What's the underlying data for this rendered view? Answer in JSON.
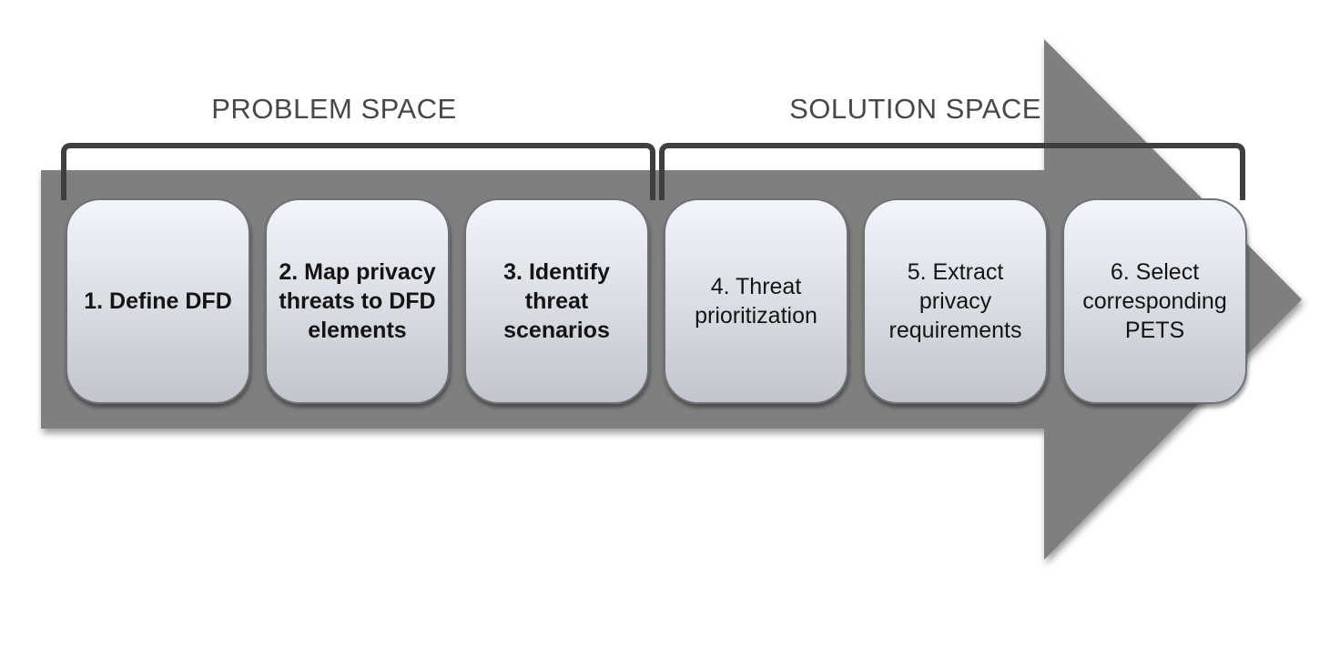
{
  "labels": {
    "problem_space": "PROBLEM SPACE",
    "solution_space": "SOLUTION SPACE"
  },
  "steps": [
    {
      "label": "1. Define DFD",
      "emphasized": true,
      "space": "problem"
    },
    {
      "label": "2. Map privacy threats to DFD elements",
      "emphasized": true,
      "space": "problem"
    },
    {
      "label": "3. Identify threat scenarios",
      "emphasized": true,
      "space": "problem"
    },
    {
      "label": "4. Threat prioritization",
      "emphasized": false,
      "space": "solution"
    },
    {
      "label": "5. Extract privacy requirements",
      "emphasized": false,
      "space": "solution"
    },
    {
      "label": "6. Select corresponding PETS",
      "emphasized": false,
      "space": "solution"
    }
  ],
  "colors": {
    "arrow": "#7f7f7f",
    "bracket": "#3f3f3f",
    "label_text": "#474747",
    "box_border": "#6e7177",
    "box_top": "#f2f5fb",
    "box_mid": "#dde0e6",
    "box_bottom": "#c2c5cb",
    "step_text": "#141414"
  }
}
